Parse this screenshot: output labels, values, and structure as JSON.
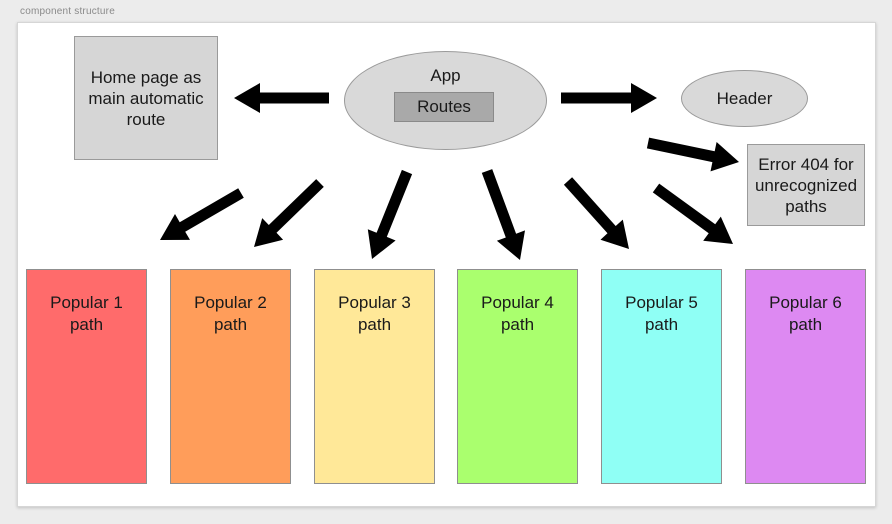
{
  "caption": "component structure",
  "nodes": {
    "home": "Home page as\nmain automatic\nroute",
    "app": "App",
    "routes": "Routes",
    "header": "Header",
    "error": "Error 404 for\nunrecognized\npaths"
  },
  "popular": [
    {
      "label": "Popular 1\npath",
      "color": "#ff6b6b"
    },
    {
      "label": "Popular 2\npath",
      "color": "#ff9d5a"
    },
    {
      "label": "Popular 3\npath",
      "color": "#ffe898"
    },
    {
      "label": "Popular 4\npath",
      "color": "#aaff6e"
    },
    {
      "label": "Popular 5\npath",
      "color": "#8ffff5"
    },
    {
      "label": "Popular 6\npath",
      "color": "#dd89f2"
    }
  ],
  "colors": {
    "gray_box": "#d6d6d6",
    "routes_box": "#a9a9a9",
    "arrow": "#000000"
  }
}
